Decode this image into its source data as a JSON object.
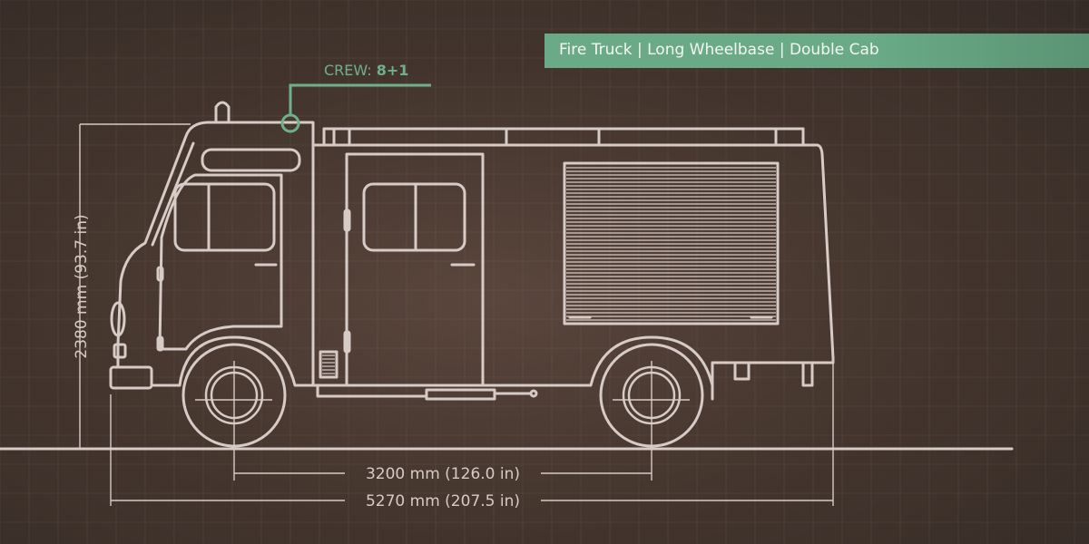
{
  "banner": {
    "title": "Fire Truck | Long Wheelbase | Double Cab"
  },
  "crew": {
    "label": "CREW:",
    "value": "8+1"
  },
  "dimensions": {
    "height": "2380 mm (93.7 in)",
    "wheelbase": "3200 mm (126.0 in)",
    "length": "5270 mm (207.5 in)"
  },
  "colors": {
    "accent": "#6aaa86",
    "line": "#d6cbc6",
    "background": "#46372f"
  }
}
